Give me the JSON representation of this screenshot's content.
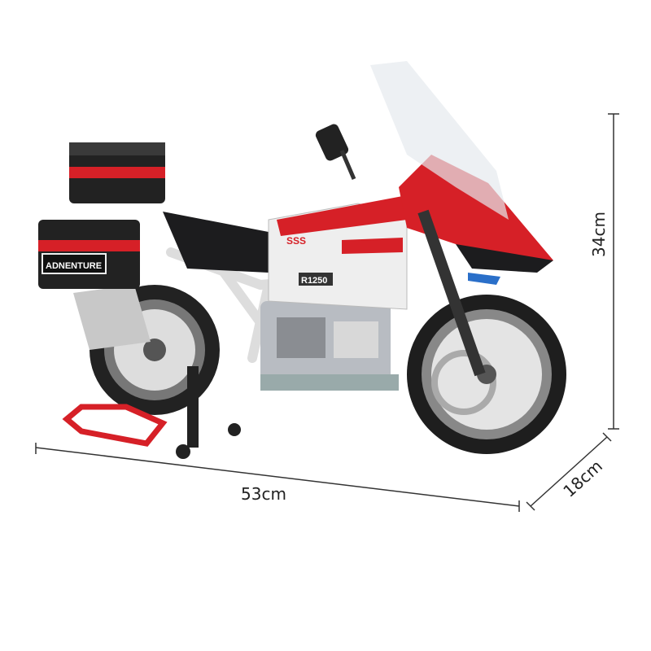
{
  "dimensions": {
    "length": "53cm",
    "height": "34cm",
    "width": "18cm"
  },
  "product_decals": {
    "pannier_label": "ADNENTURE",
    "engine_label": "R1250",
    "tank_label": "SSS"
  },
  "colors": {
    "red": "#d62027",
    "black": "#1c1c1e",
    "white": "#eeeeee",
    "grey": "#8a8d92",
    "blue": "#2a6fc9"
  }
}
